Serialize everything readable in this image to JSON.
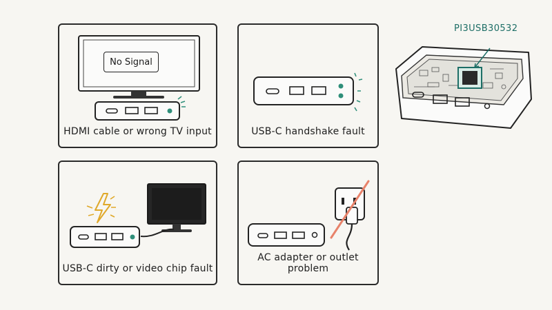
{
  "panels": {
    "hdmi": {
      "screen_text": "No Signal",
      "caption": "HDMI cable or wrong TV input"
    },
    "usbc_handshake": {
      "caption": "USB-C handshake fault"
    },
    "usbc_dirty": {
      "caption": "USB-C dirty or video chip fault"
    },
    "ac_adapter": {
      "caption": "AC adapter or outlet problem"
    }
  },
  "device": {
    "chip_label": "PI3USB30532"
  },
  "colors": {
    "ink": "#2a2a2a",
    "led_green": "#2f8f7a",
    "chip_teal": "#1d6e66",
    "warning_yellow": "#e0a92a",
    "prohibit_red": "#e8826a"
  }
}
